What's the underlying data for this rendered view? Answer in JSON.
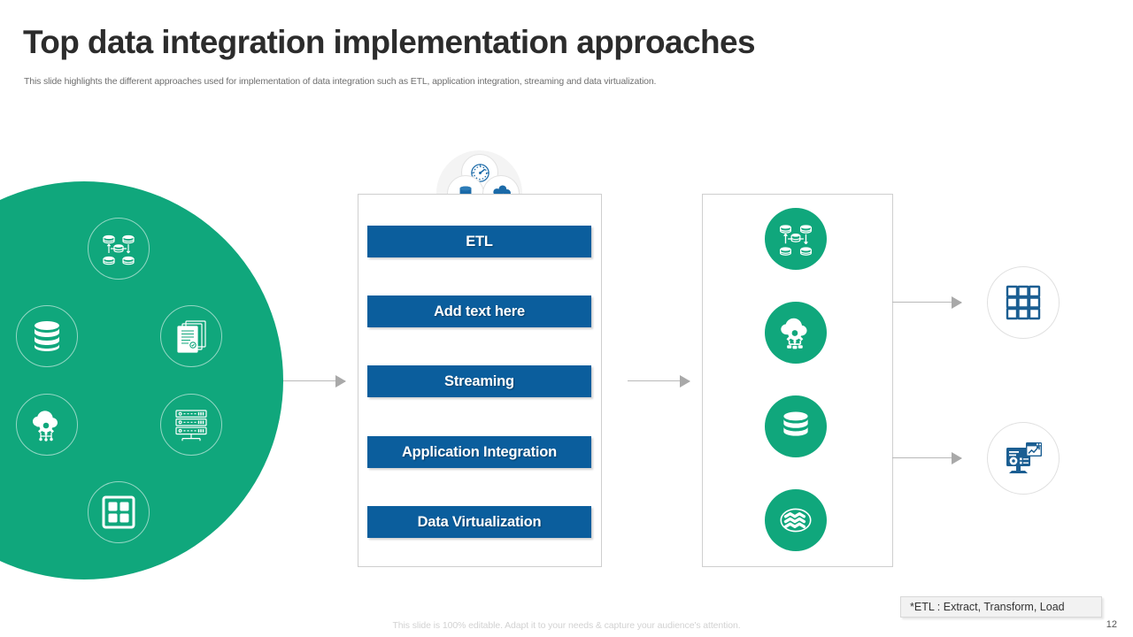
{
  "header": {
    "title": "Top data integration implementation approaches",
    "subtitle": "This slide highlights the different approaches used for implementation of data integration such as ETL, application integration, streaming and data virtualization."
  },
  "colors": {
    "green": "#10a77c",
    "blue": "#0b5e9d",
    "title_text": "#2c2c2c",
    "subtitle_text": "#6f6f6f",
    "connector": "#b9b9b9",
    "panel_border": "#cfcfcf"
  },
  "sources_group": {
    "name": "data-sources",
    "icons": [
      {
        "name": "distributed-database-icon",
        "label": "distributed database network"
      },
      {
        "name": "database-icon",
        "label": "database"
      },
      {
        "name": "documents-icon",
        "label": "documents"
      },
      {
        "name": "cloud-gear-icon",
        "label": "cloud computing settings"
      },
      {
        "name": "server-rack-icon",
        "label": "server rack"
      },
      {
        "name": "grid-modules-icon",
        "label": "application modules"
      }
    ]
  },
  "cluster": {
    "name": "data-integration-cluster",
    "icons": [
      {
        "name": "gauge-icon",
        "label": "performance gauge"
      },
      {
        "name": "database-cylinder-icon",
        "label": "database"
      },
      {
        "name": "cloud-network-icon",
        "label": "cloud network"
      },
      {
        "name": "arrow-right-icon",
        "label": "flow arrow"
      }
    ]
  },
  "approaches": {
    "name": "integration-approaches",
    "bars": [
      {
        "label": "ETL"
      },
      {
        "label": "Add text here"
      },
      {
        "label": "Streaming"
      },
      {
        "label": "Application Integration"
      },
      {
        "label": "Data Virtualization"
      }
    ]
  },
  "targets_group": {
    "name": "integration-targets",
    "icons": [
      {
        "name": "distributed-database-icon",
        "label": "distributed database"
      },
      {
        "name": "cloud-gear-icon",
        "label": "cloud processing"
      },
      {
        "name": "database-icon",
        "label": "data warehouse"
      },
      {
        "name": "data-stream-icon",
        "label": "data stream"
      }
    ]
  },
  "outputs_group": {
    "name": "integration-outputs",
    "icons": [
      {
        "name": "grid-apps-icon",
        "label": "applications grid"
      },
      {
        "name": "analytics-dashboard-icon",
        "label": "analytics dashboard"
      }
    ]
  },
  "footnote": {
    "text": "*ETL : Extract, Transform, Load"
  },
  "footer": {
    "note": "This slide is 100% editable. Adapt it to your needs & capture your audience's attention.",
    "page_number": "12"
  }
}
